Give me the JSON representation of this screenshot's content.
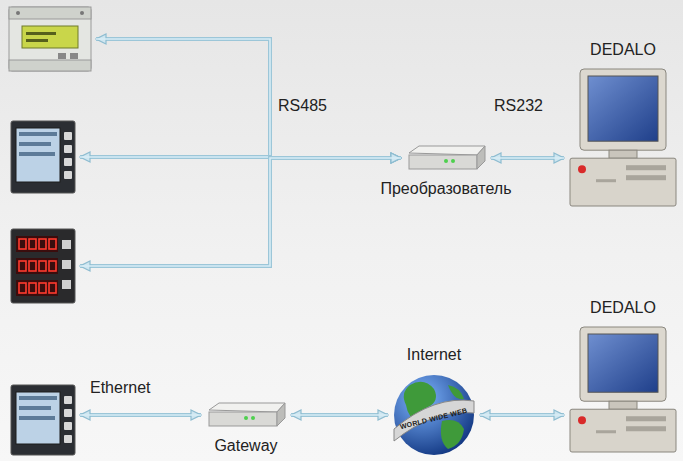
{
  "diagram": {
    "nodes": [
      {
        "text": []
      },
      {
        "text": []
      },
      {
        "text": []
      },
      {
        "text": [
          "Преобразователь"
        ]
      },
      {
        "text": [
          "DEDALO"
        ]
      },
      {
        "text": []
      },
      {
        "text": [
          "Gateway"
        ]
      },
      {
        "text": [
          "Internet",
          "WORLD WIDE WEB"
        ]
      },
      {
        "text": [
          "DEDALO"
        ]
      }
    ],
    "edges": [
      {
        "from": 3,
        "to": 0,
        "arrow": "both"
      },
      {
        "from": 3,
        "to": 1,
        "arrow": "both",
        "label": "RS485"
      },
      {
        "from": 3,
        "to": 2,
        "arrow": "both"
      },
      {
        "from": 3,
        "to": 4,
        "arrow": "both",
        "label": "RS232"
      },
      {
        "from": 5,
        "to": 6,
        "arrow": "both",
        "label": "Ethernet"
      },
      {
        "from": 6,
        "to": 7,
        "arrow": "both"
      },
      {
        "from": 7,
        "to": 8,
        "arrow": "both"
      }
    ]
  }
}
